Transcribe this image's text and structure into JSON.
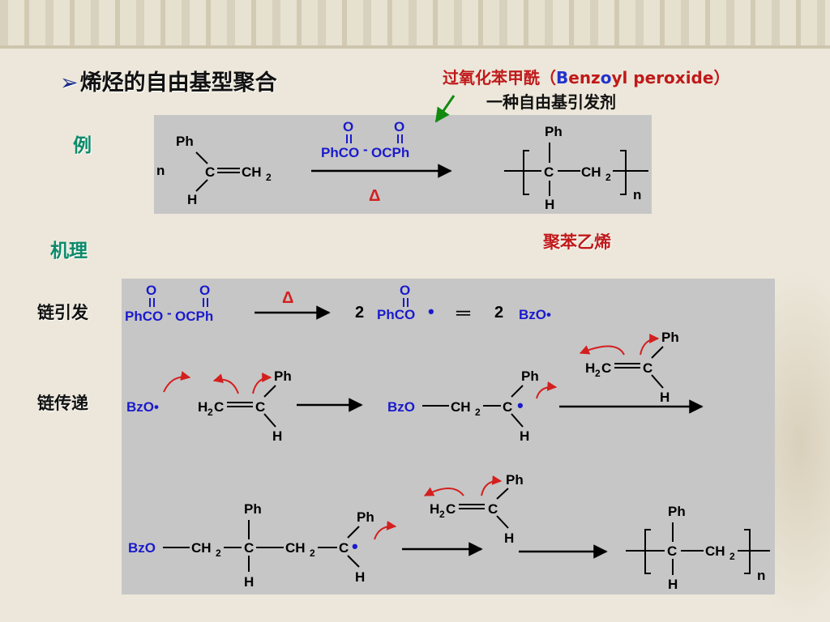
{
  "slide": {
    "title": "烯烃的自由基型聚合",
    "bullet": "➢",
    "initiator_note": {
      "cn": "过氧化苯甲酰（",
      "en_b": "B",
      "en_enz": "enz",
      "en_o": "o",
      "en_yl": "yl peroxide",
      "close": "）",
      "line2": "一种自由基引发剂"
    },
    "example_label": "例",
    "mechanism_label": "机理",
    "initiation_label": "链引发",
    "propagation_label": "链传递",
    "polymer_name": "聚苯乙烯"
  },
  "chem": {
    "Ph": "Ph",
    "C": "C",
    "H": "H",
    "n": "n",
    "O": "O",
    "CH": "CH",
    "sub2": "2",
    "H2": "H",
    "BzO": "BzO",
    "BzO_rad": "BzO•",
    "PhCO": "PhCO",
    "OCPh": "OCPh",
    "O_dash": "-",
    "delta": "Δ",
    "two": "2",
    "equals": "═",
    "radical": "•",
    "PhCO_rad": "PhCO"
  },
  "colors": {
    "panel": "#c6c6c6",
    "reagent_blue": "#1a1acc",
    "arrow_red": "#d41f1f",
    "green_arrow": "#128a12",
    "title_teal": "#0b8a6b"
  }
}
